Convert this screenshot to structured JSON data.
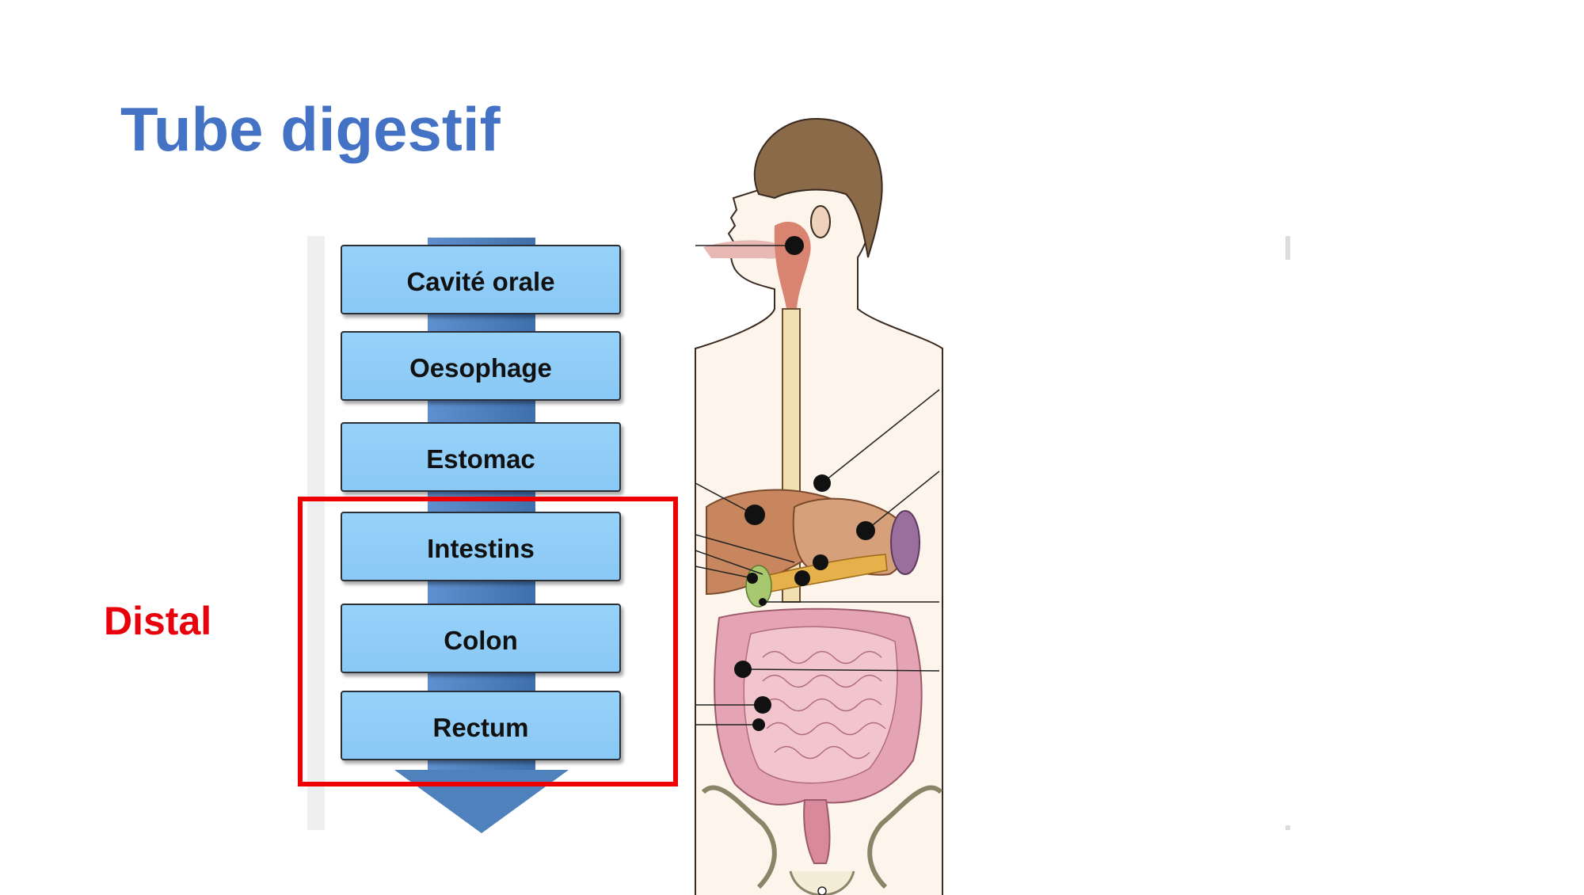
{
  "title": "Tube digestif",
  "side_label": "Distal",
  "steps": [
    {
      "label": "Cavité orale"
    },
    {
      "label": "Oesophage"
    },
    {
      "label": "Estomac"
    },
    {
      "label": "Intestins"
    },
    {
      "label": "Colon"
    },
    {
      "label": "Rectum"
    }
  ],
  "colors": {
    "title": "#4472c4",
    "distal": "#e8000b",
    "box_fill": "#8fcdf7",
    "arrow": "#4f81bd",
    "highlight_frame": "#ee0000"
  },
  "illustration": {
    "subject": "digestive-system-anatomy",
    "marker_count": 12
  }
}
